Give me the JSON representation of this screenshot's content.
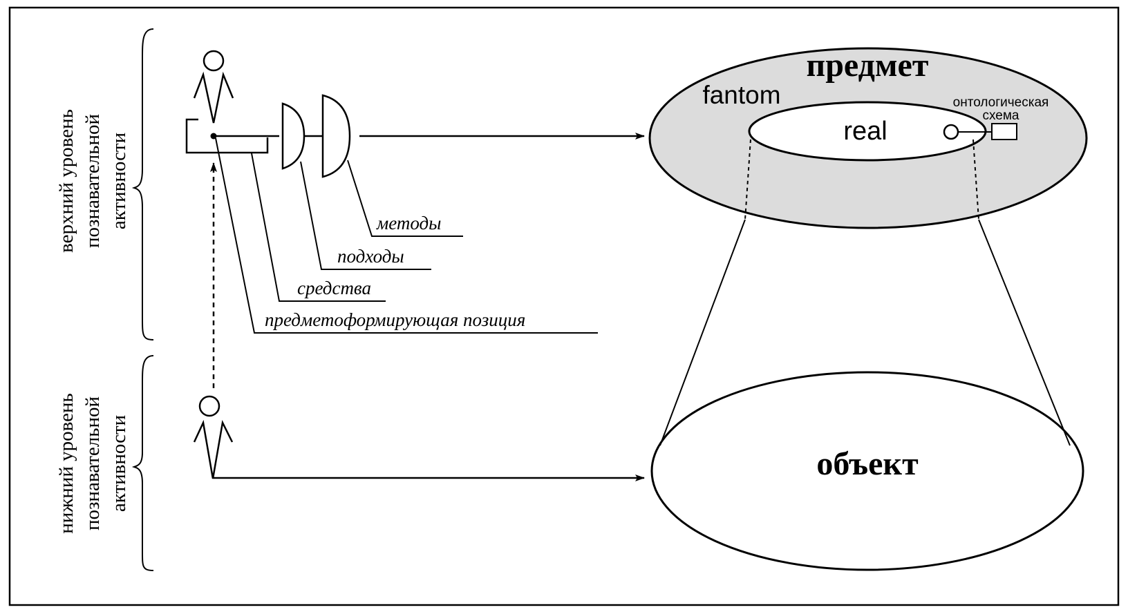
{
  "side_labels": {
    "upper": [
      "верхний уровень",
      "познавательной",
      "активности"
    ],
    "lower": [
      "нижний уровень",
      "познавательной",
      "активности"
    ]
  },
  "top_ellipse": {
    "title": "предмет",
    "outer_label": "fantom",
    "inner_label": "real",
    "schema_label": [
      "онтологическая",
      "схема"
    ],
    "fill_color": "#dcdcdc"
  },
  "bottom_ellipse": {
    "title": "объект"
  },
  "callouts": [
    "методы",
    "подходы",
    "средства",
    "предметоформирующая позиция"
  ],
  "icons": [
    "person-icon",
    "lens-icon",
    "arrow-icon",
    "brace-icon"
  ]
}
